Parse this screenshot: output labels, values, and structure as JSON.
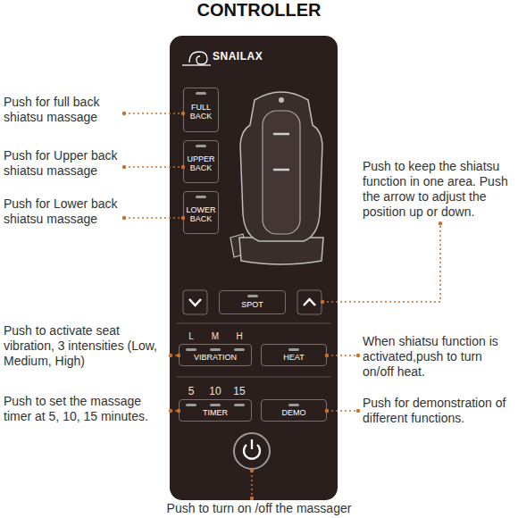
{
  "diagram": {
    "title": "CONTROLLER",
    "nodes": [
      {
        "text": [
          "SNAILAX"
        ]
      },
      {
        "text": [
          "FULL BACK"
        ],
        "in": 0
      },
      {
        "text": [
          "UPPER BACK"
        ],
        "in": 0
      },
      {
        "text": [
          "LOWER BACK"
        ],
        "in": 0
      },
      {
        "text": [
          "SPOT"
        ],
        "in": 0
      },
      {
        "text": [
          "VIBRATION"
        ],
        "in": 0
      },
      {
        "text": [
          "HEAT"
        ],
        "in": 0
      },
      {
        "text": [
          "TIMER"
        ],
        "in": 0
      },
      {
        "text": [
          "DEMO"
        ],
        "in": 0
      }
    ],
    "labels": [
      "Push for full back shiatsu massage",
      "Push for Upper back shiatsu massage",
      "Push for Lower back shiatsu massage",
      "Push to keep the shiatsu function in one area. Push the arrow to adjust the position up or down.",
      "Push to activate seat vibration, 3 intensities (Low, Medium, High)",
      "When shiatsu function is activated,push to turn on/off heat.",
      "Push to set the massage timer at 5, 10, 15 minutes.",
      "Push for demonstration of different functions.",
      "Push to turn on /off the massager",
      "L",
      "M",
      "H",
      "5",
      "10",
      "15"
    ]
  }
}
